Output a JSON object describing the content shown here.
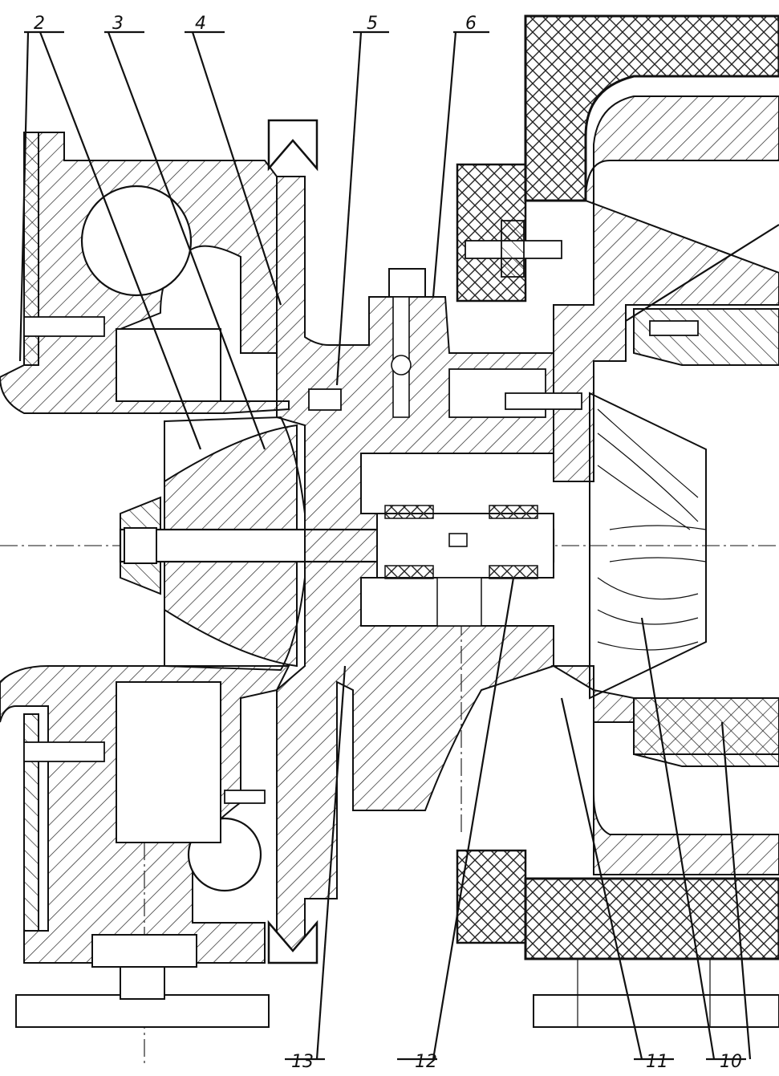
{
  "callouts": {
    "top": [
      "2",
      "3",
      "4",
      "5",
      "6"
    ],
    "bottom": [
      "13",
      "12",
      "11",
      "10"
    ]
  },
  "colors": {
    "line": "#111111",
    "background": "#ffffff",
    "hatch": "#222222"
  }
}
